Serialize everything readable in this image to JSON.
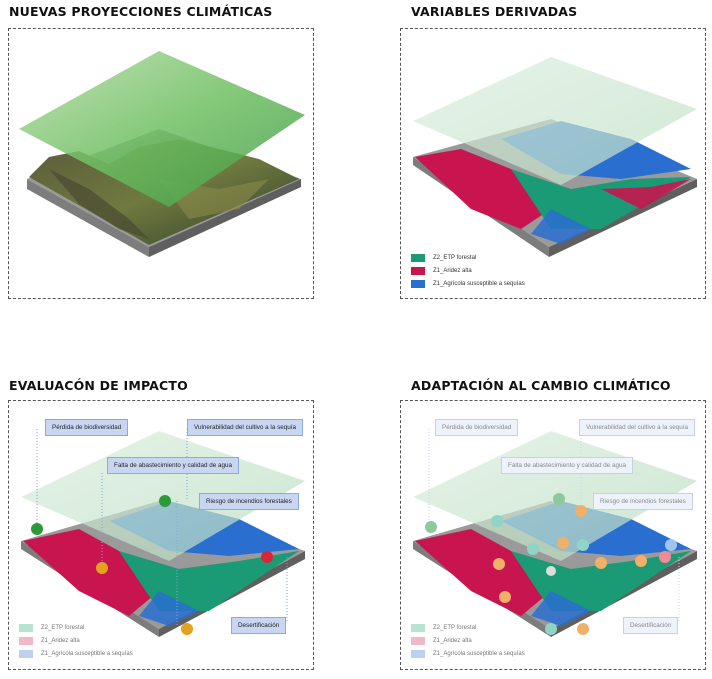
{
  "panels": [
    {
      "title": "NUEVAS PROYECCIONES CLIMÁTICAS"
    },
    {
      "title": "VARIABLES DERIVADAS"
    },
    {
      "title": "EVALUACÓN DE IMPACTO"
    },
    {
      "title": "ADAPTACIÓN AL CAMBIO CLIMÁTICO"
    }
  ],
  "legend": [
    {
      "label": "Z2_ETP forestal",
      "color": "#1a9b76"
    },
    {
      "label": "Z1_Aridez alta",
      "color": "#c8154f"
    },
    {
      "label": "Z1_Agrícola susceptible a sequías",
      "color": "#2a6fd0"
    }
  ],
  "impact_labels": {
    "biodiversidad": "Pérdida de biodiversidad",
    "vulnerabilidad": "Vulnerabilidad del cultivo a la sequía",
    "abastecimiento": "Falta de abastecimiento y calidad de agua",
    "incendios": "Riesgo de incendios forestales",
    "desertificacion": "Desertificación"
  },
  "marker_colors": {
    "biodiversidad": "#2d9a3a",
    "abastecimiento": "#e2a21b",
    "incendios": "#2d9a3a",
    "desertificacion": "#e2a21b",
    "vulnerabilidad": "#d9253a"
  }
}
